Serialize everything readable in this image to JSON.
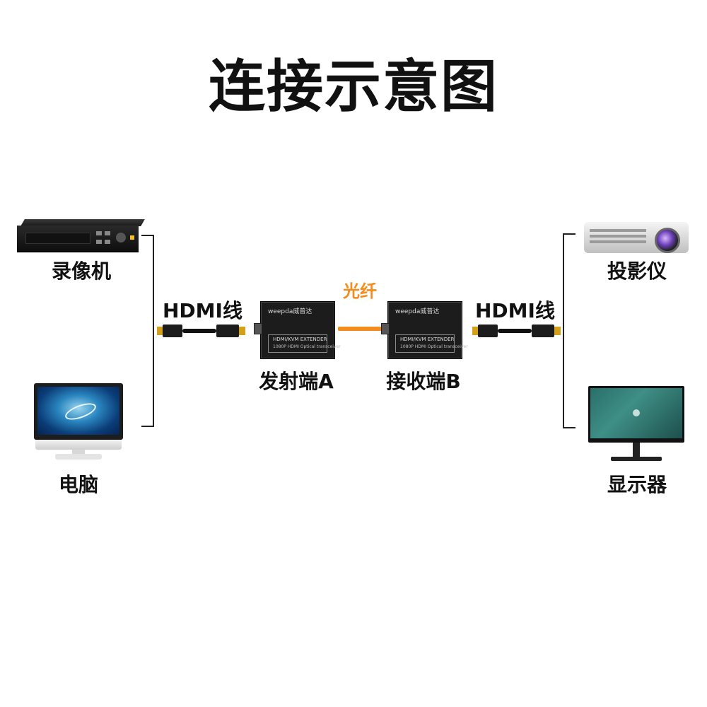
{
  "title": "连接示意图",
  "devices": {
    "dvr": "录像机",
    "pc": "电脑",
    "projector": "投影仪",
    "monitor": "显示器"
  },
  "cables": {
    "left": "HDMI线",
    "right": "HDMI线",
    "fiber": "光纤"
  },
  "extenders": {
    "transmitter": {
      "label": "发射端A",
      "brand": "weepda威普达",
      "line1": "HDMI/KVM EXTENDER",
      "line2": "1080P HDMI Optical transceiver"
    },
    "receiver": {
      "label": "接收端B",
      "brand": "weepda威普达",
      "line1": "HDMI/KVM EXTENDER",
      "line2": "1080P HDMI Optical transceiver"
    }
  },
  "colors": {
    "fiber": "#f28c1e",
    "bracket": "#222222",
    "text": "#111111"
  }
}
